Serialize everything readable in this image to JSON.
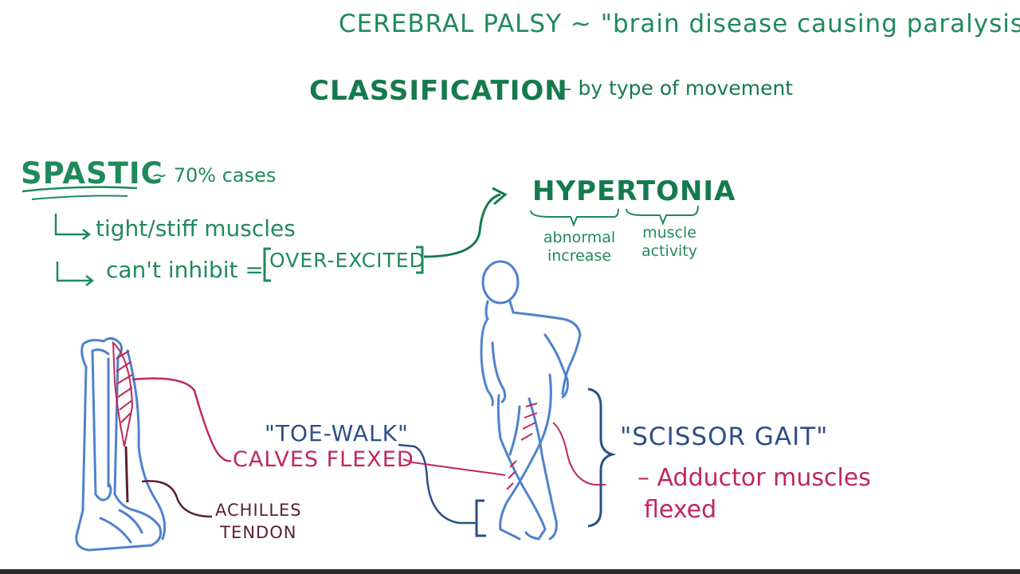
{
  "title": "CEREBRAL PALSY ~ \"brain disease causing paralysis\"",
  "classification": {
    "heading": "CLASSIFICATION",
    "subtitle": "– by type of movement"
  },
  "spastic": {
    "heading": "SPASTIC",
    "percent": "~ 70% cases",
    "bullet_1": "tight/stiff muscles",
    "bullet_2": "can't inhibit =",
    "over_excited": "OVER-EXCITED"
  },
  "hypertonia": {
    "word": "HYPERTONIA",
    "part_1_label": "abnormal increase",
    "part_2_label": "muscle activity"
  },
  "leg_diagram": {
    "toe_walk": "\"TOE-WALK\"",
    "calves_flexed": "CALVES FLEXED",
    "achilles_line_1": "ACHILLES",
    "achilles_line_2": "TENDON"
  },
  "scissor_diagram": {
    "scissor_gait": "\"SCISSOR GAIT\"",
    "adductor_line_1": "– Adductor muscles",
    "adductor_line_2": "flexed"
  },
  "colors": {
    "green": "#1f8a5a",
    "blue": "#2d4f86",
    "crimson": "#c0285a",
    "maroon": "#5a1f33",
    "figure_blue": "#4f82cc"
  }
}
